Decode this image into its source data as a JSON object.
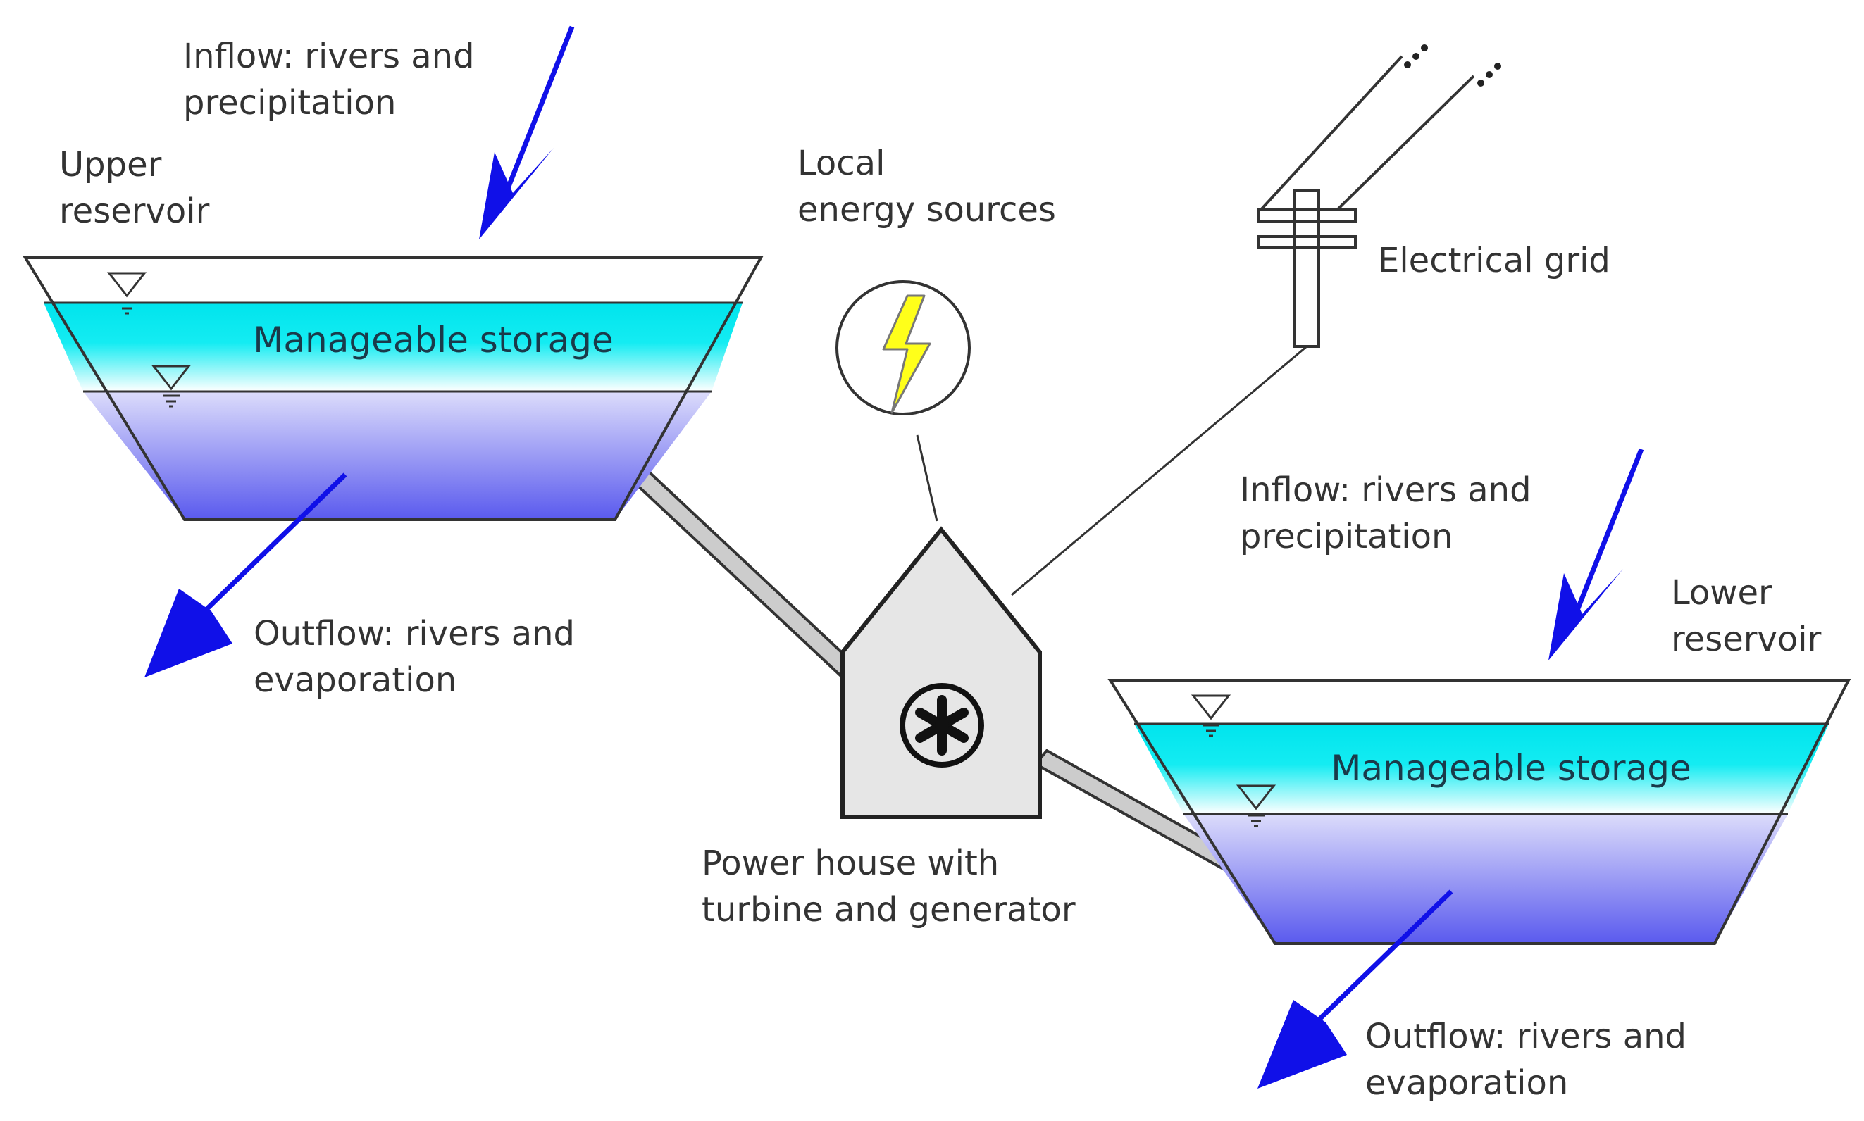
{
  "labels": {
    "upper_inflow": [
      "Inflow: rivers and",
      "precipitation"
    ],
    "upper_reservoir": [
      "Upper",
      "reservoir"
    ],
    "upper_storage": "Manageable storage",
    "upper_outflow": [
      "Outflow: rivers and",
      "evaporation"
    ],
    "local_energy": [
      "Local",
      "energy sources"
    ],
    "grid": "Electrical grid",
    "lower_inflow": [
      "Inflow: rivers and",
      "precipitation"
    ],
    "lower_reservoir": [
      "Lower",
      "reservoir"
    ],
    "lower_storage": "Manageable storage",
    "power_house": [
      "Power house with",
      "turbine and generator"
    ],
    "lower_outflow": [
      "Outflow: rivers and",
      "evaporation"
    ]
  },
  "colors": {
    "arrow": "#1010e8",
    "storage_cyan": "#00e5ee",
    "water_violet": "#7f7ff0",
    "penstock": "#cccccc",
    "house": "#e6e6e6",
    "bolt": "#ffff1a"
  }
}
